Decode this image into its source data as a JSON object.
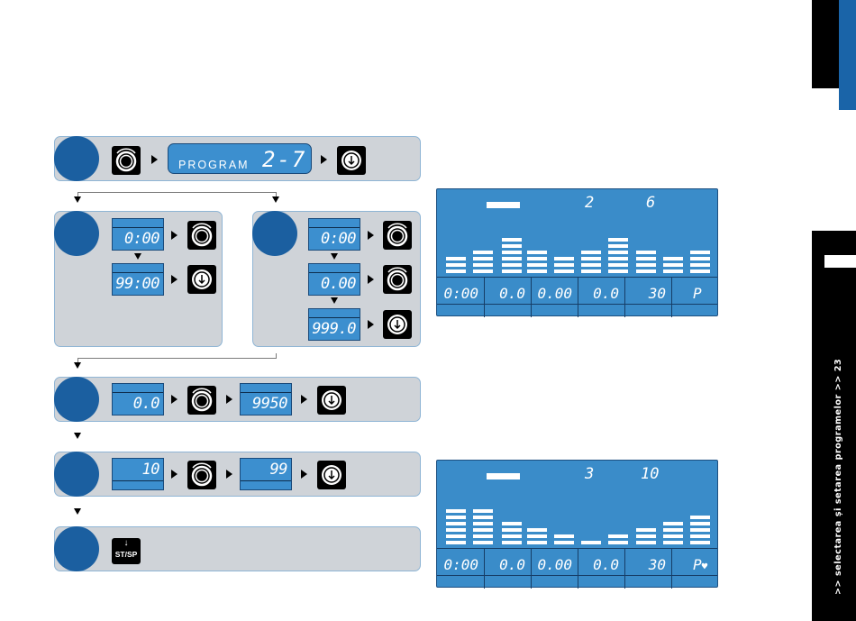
{
  "sidebar": {
    "footer_text": ">> selectarea și setarea programelor >> 23"
  },
  "step1": {
    "program_label": "PROGRAM",
    "program_value": "2-7"
  },
  "step2a": {
    "lcd1": "0:00",
    "lcd2": "99:00"
  },
  "step2b": {
    "lcd1": "0:00",
    "lcd2": "0.00",
    "lcd3": "999.0"
  },
  "step3": {
    "lcd1": "0.0",
    "lcd2": "9950"
  },
  "step4": {
    "lcd1": "10",
    "lcd2": "99"
  },
  "step5": {
    "button_arrow": "↓",
    "button_label": "ST/SP"
  },
  "console1": {
    "top_left": "2",
    "top_right": "6",
    "cells": [
      "0:00",
      "0.0",
      "0.00",
      "0.0",
      "30",
      "P"
    ],
    "bar_levels": [
      3,
      4,
      6,
      4,
      3,
      4,
      6,
      4,
      3,
      4
    ]
  },
  "console2": {
    "top_left": "3",
    "top_right": "10",
    "cells": [
      "0:00",
      "0.0",
      "0.00",
      "0.0",
      "30",
      "P"
    ],
    "heart": "♥",
    "bar_levels": [
      6,
      6,
      4,
      3,
      2,
      1,
      2,
      3,
      4,
      5
    ]
  },
  "colors": {
    "brand_blue": "#1b5fa0",
    "lcd_blue": "#3c8fcf",
    "panel_gray": "#cfd3d8"
  }
}
